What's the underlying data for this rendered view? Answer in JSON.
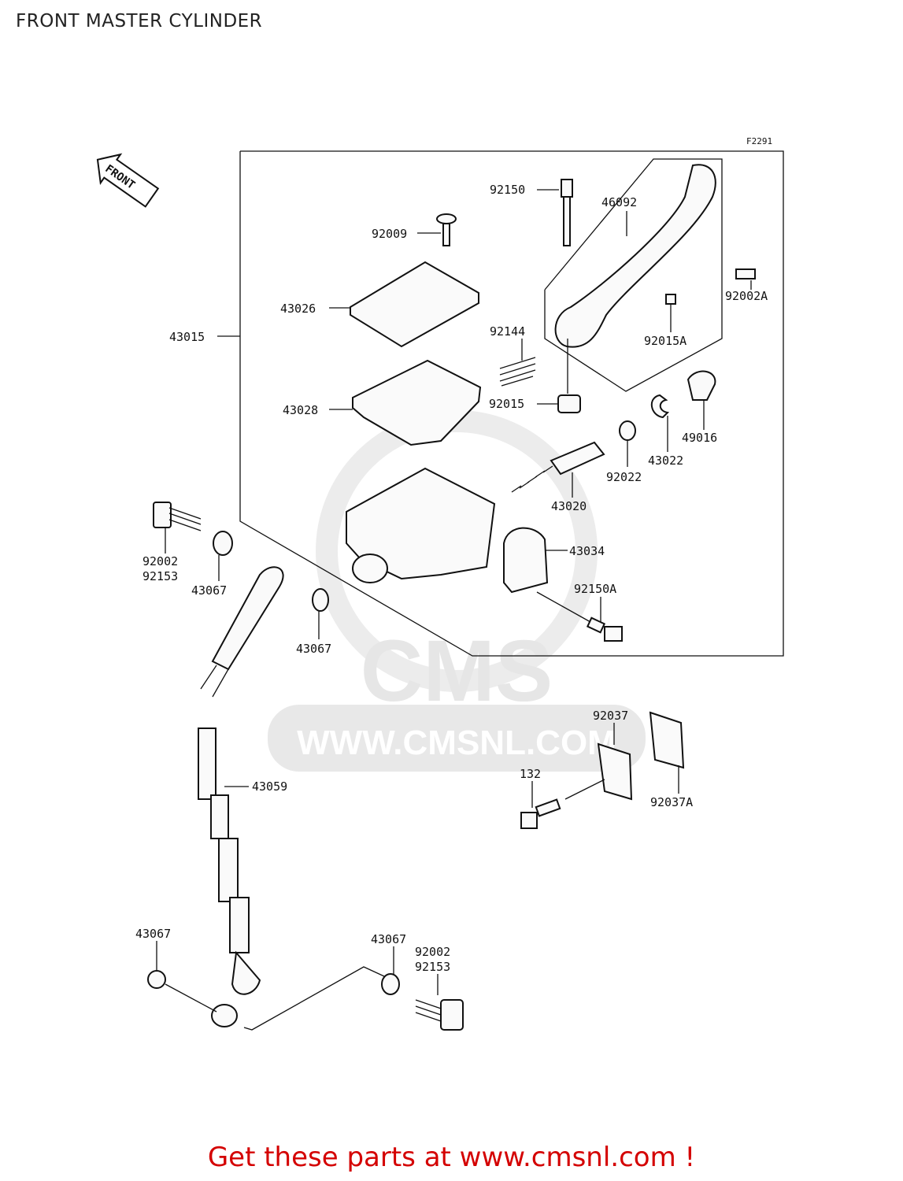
{
  "title": "FRONT MASTER CYLINDER",
  "figure_code": "F2291",
  "front_arrow_text": "FRONT",
  "watermark": {
    "logo_text": "CMS",
    "url": "WWW.CMSNL.COM"
  },
  "footer": {
    "text": "Get these parts at www.cmsnl.com !",
    "color": "#d40000"
  },
  "parts": {
    "p92150": "92150",
    "p46092": "46092",
    "p92009": "92009",
    "p92002A": "92002A",
    "p43026": "43026",
    "p43015": "43015",
    "p92144": "92144",
    "p92015A": "92015A",
    "p43028": "43028",
    "p92015": "92015",
    "p49016": "49016",
    "p43022": "43022",
    "p92022": "92022",
    "p43020": "43020",
    "p92002_a": "92002",
    "p92153_a": "92153",
    "p43067_a": "43067",
    "p43034": "43034",
    "p92150A": "92150A",
    "p43067_b": "43067",
    "p92037": "92037",
    "p43059": "43059",
    "p132": "132",
    "p92037A": "92037A",
    "p43067_c": "43067",
    "p43067_d": "43067",
    "p92002_b": "92002",
    "p92153_b": "92153"
  }
}
